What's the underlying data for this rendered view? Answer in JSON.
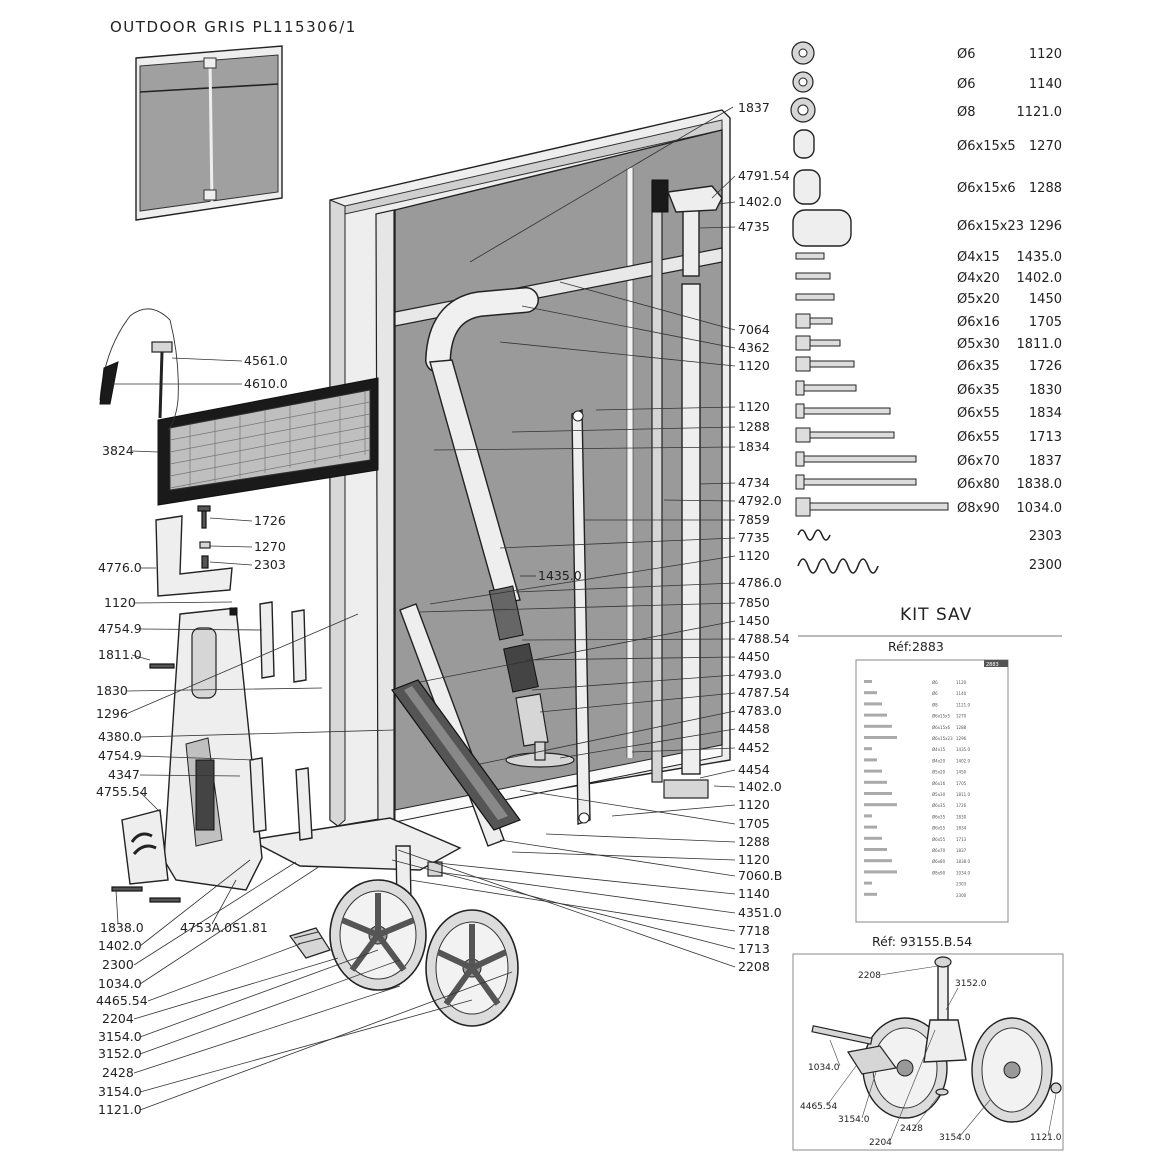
{
  "title": "OUTDOOR GRIS  PL115306/1",
  "callouts": [
    {
      "id": "1837",
      "label": "1837"
    },
    {
      "id": "4791.54",
      "label": "4791.54"
    },
    {
      "id": "1402.0-top",
      "label": "1402.0"
    },
    {
      "id": "4735",
      "label": "4735"
    },
    {
      "id": "7064",
      "label": "7064"
    },
    {
      "id": "4362",
      "label": "4362"
    },
    {
      "id": "1120-a",
      "label": "1120"
    },
    {
      "id": "1120-b",
      "label": "1120"
    },
    {
      "id": "1288-a",
      "label": "1288"
    },
    {
      "id": "1834",
      "label": "1834"
    },
    {
      "id": "4734",
      "label": "4734"
    },
    {
      "id": "4792.0",
      "label": "4792.0"
    },
    {
      "id": "7859",
      "label": "7859"
    },
    {
      "id": "7735",
      "label": "7735"
    },
    {
      "id": "1120-c",
      "label": "1120"
    },
    {
      "id": "1435.0",
      "label": "1435.0"
    },
    {
      "id": "4786.0",
      "label": "4786.0"
    },
    {
      "id": "7850",
      "label": "7850"
    },
    {
      "id": "1450",
      "label": "1450"
    },
    {
      "id": "4788.54",
      "label": "4788.54"
    },
    {
      "id": "4450",
      "label": "4450"
    },
    {
      "id": "4793.0",
      "label": "4793.0"
    },
    {
      "id": "4787.54",
      "label": "4787.54"
    },
    {
      "id": "4783.0",
      "label": "4783.0"
    },
    {
      "id": "4458",
      "label": "4458"
    },
    {
      "id": "4452",
      "label": "4452"
    },
    {
      "id": "4454",
      "label": "4454"
    },
    {
      "id": "1402.0-mid",
      "label": "1402.0"
    },
    {
      "id": "1120-d",
      "label": "1120"
    },
    {
      "id": "1705",
      "label": "1705"
    },
    {
      "id": "1288-b",
      "label": "1288"
    },
    {
      "id": "1120-e",
      "label": "1120"
    },
    {
      "id": "7060.B",
      "label": "7060.B"
    },
    {
      "id": "1140",
      "label": "1140"
    },
    {
      "id": "4351.0",
      "label": "4351.0"
    },
    {
      "id": "7718",
      "label": "7718"
    },
    {
      "id": "1713",
      "label": "1713"
    },
    {
      "id": "2208",
      "label": "2208"
    },
    {
      "id": "4561.0",
      "label": "4561.0"
    },
    {
      "id": "4610.0",
      "label": "4610.0"
    },
    {
      "id": "3824",
      "label": "3824"
    },
    {
      "id": "1726",
      "label": "1726"
    },
    {
      "id": "1270",
      "label": "1270"
    },
    {
      "id": "2303",
      "label": "2303"
    },
    {
      "id": "4776.0",
      "label": "4776.0"
    },
    {
      "id": "1120-f",
      "label": "1120"
    },
    {
      "id": "4754.9-a",
      "label": "4754.9"
    },
    {
      "id": "1811.0",
      "label": "1811.0"
    },
    {
      "id": "1830",
      "label": "1830"
    },
    {
      "id": "1296",
      "label": "1296"
    },
    {
      "id": "4380.0",
      "label": "4380.0"
    },
    {
      "id": "4754.9-b",
      "label": "4754.9"
    },
    {
      "id": "4347",
      "label": "4347"
    },
    {
      "id": "4755.54",
      "label": "4755.54"
    },
    {
      "id": "1838.0",
      "label": "1838.0"
    },
    {
      "id": "4753A.0S1.81",
      "label": "4753A.0S1.81"
    },
    {
      "id": "1402.0-bot",
      "label": "1402.0"
    },
    {
      "id": "2300",
      "label": "2300"
    },
    {
      "id": "1034.0",
      "label": "1034.0"
    },
    {
      "id": "4465.54",
      "label": "4465.54"
    },
    {
      "id": "2204",
      "label": "2204"
    },
    {
      "id": "3154.0-a",
      "label": "3154.0"
    },
    {
      "id": "3152.0",
      "label": "3152.0"
    },
    {
      "id": "2428",
      "label": "2428"
    },
    {
      "id": "3154.0-b",
      "label": "3154.0"
    },
    {
      "id": "1121.0",
      "label": "1121.0"
    }
  ],
  "hardware": [
    {
      "size": "Ø6",
      "ref": "1120"
    },
    {
      "size": "Ø6",
      "ref": "1140"
    },
    {
      "size": "Ø8",
      "ref": "1121.0"
    },
    {
      "size": "Ø6x15x5",
      "ref": "1270"
    },
    {
      "size": "Ø6x15x6",
      "ref": "1288"
    },
    {
      "size": "Ø6x15x23",
      "ref": "1296"
    },
    {
      "size": "Ø4x15",
      "ref": "1435.0"
    },
    {
      "size": "Ø4x20",
      "ref": "1402.0"
    },
    {
      "size": "Ø5x20",
      "ref": "1450"
    },
    {
      "size": "Ø6x16",
      "ref": "1705"
    },
    {
      "size": "Ø5x30",
      "ref": "1811.0"
    },
    {
      "size": "Ø6x35",
      "ref": "1726"
    },
    {
      "size": "Ø6x35",
      "ref": "1830"
    },
    {
      "size": "Ø6x55",
      "ref": "1834"
    },
    {
      "size": "Ø6x55",
      "ref": "1713"
    },
    {
      "size": "Ø6x70",
      "ref": "1837"
    },
    {
      "size": "Ø6x80",
      "ref": "1838.0"
    },
    {
      "size": "Ø8x90",
      "ref": "1034.0"
    },
    {
      "size": "",
      "ref": "2303"
    },
    {
      "size": "",
      "ref": "2300"
    }
  ],
  "kit": {
    "title": "KIT SAV",
    "ref_label": "Réf:2883",
    "card_code": "2883"
  },
  "wheel_kit": {
    "ref_label": "Réf: 93155.B.54",
    "labels": {
      "l2208": "2208",
      "l3152": "3152.0",
      "l1034": "1034.0",
      "l4465": "4465.54",
      "l3154a": "3154.0",
      "l2204": "2204",
      "l2428": "2428",
      "l3154b": "3154.0",
      "l1121": "1121.0"
    }
  }
}
